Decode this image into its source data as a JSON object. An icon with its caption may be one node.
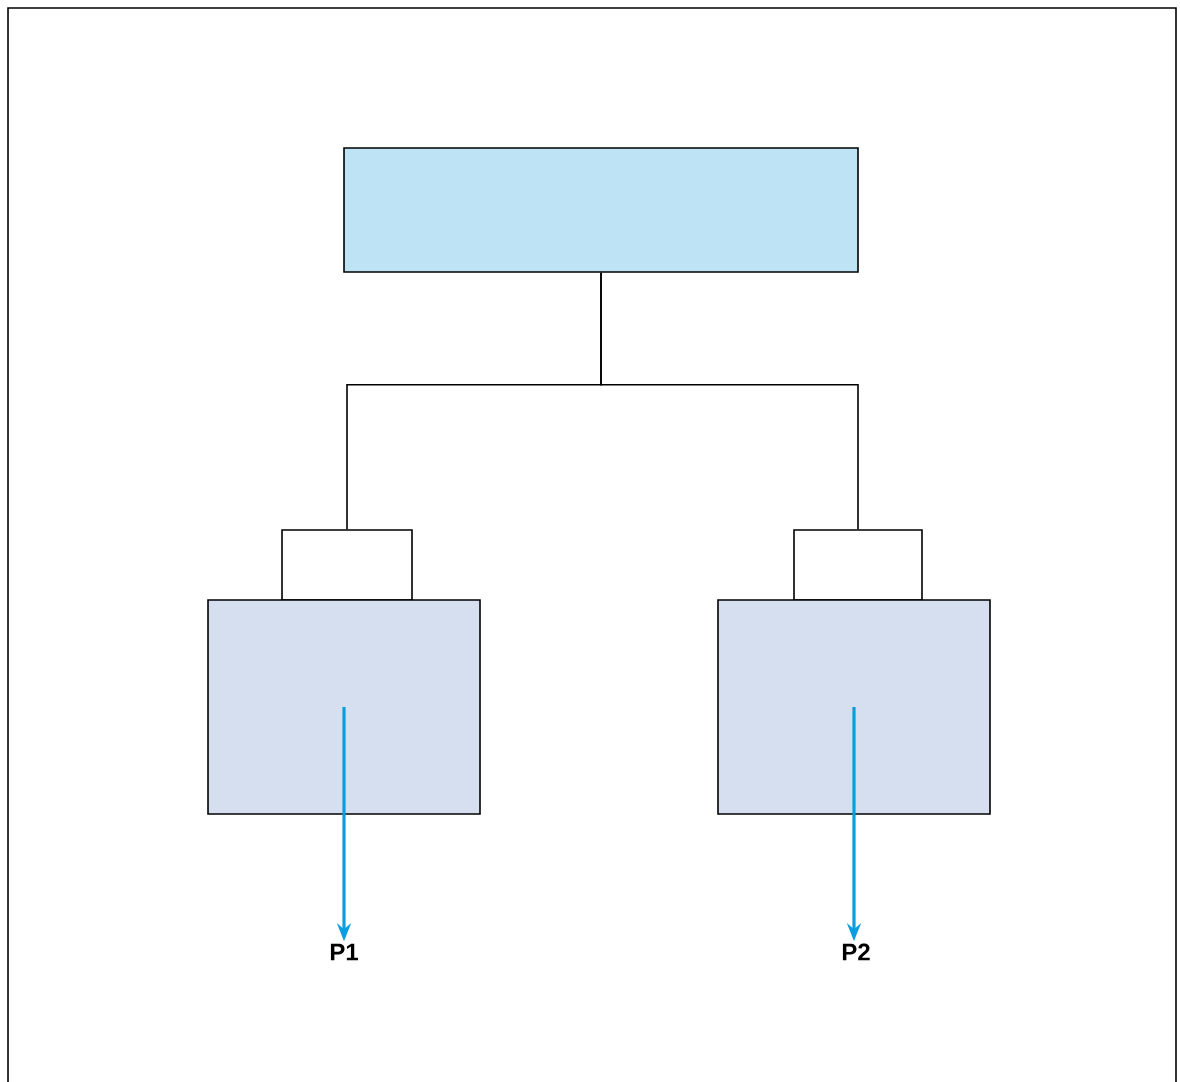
{
  "diagram": {
    "nodes": [
      {
        "text": [],
        "shape": "box"
      },
      {
        "text": [],
        "shape": "box"
      },
      {
        "text": [],
        "shape": "box"
      },
      {
        "text": [],
        "shape": "box"
      },
      {
        "text": [],
        "shape": "box"
      },
      {
        "text": [
          "P1"
        ]
      },
      {
        "text": [
          "P2"
        ]
      }
    ],
    "edges": [
      {
        "from": 0,
        "to": 1,
        "arrow": "none"
      },
      {
        "from": 0,
        "to": 3,
        "arrow": "none"
      },
      {
        "from": 2,
        "to": 5,
        "arrow": "to",
        "color": "#0a9ee0"
      },
      {
        "from": 4,
        "to": 6,
        "arrow": "to",
        "color": "#0a9ee0"
      }
    ]
  }
}
